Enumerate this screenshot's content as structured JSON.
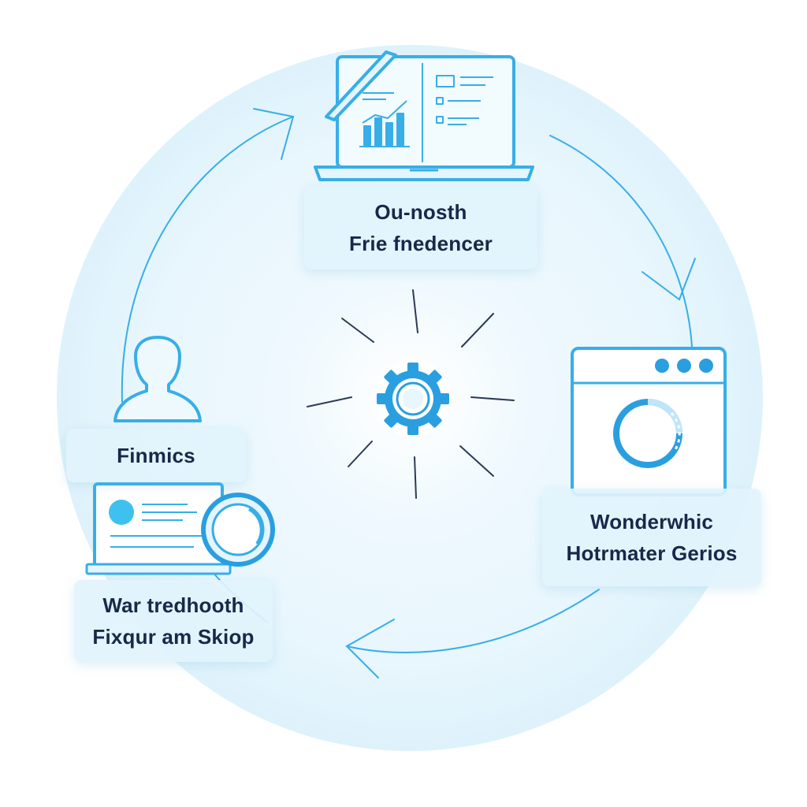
{
  "colors": {
    "primary": "#2a9fe0",
    "stroke": "#37aee8",
    "light_fill": "#e6f6fd",
    "halo": "#e3f4fc",
    "text": "#17294a",
    "ray": "#2b3a55"
  },
  "icons": {
    "top": "laptop-chart-icon",
    "right": "browser-window-progress-icon",
    "left": "user-profile-icon",
    "bottom": "monitor-card-icon",
    "center": "gear-icon"
  },
  "cards": {
    "top": {
      "line1": "Ou-nosth",
      "line2": "Frie fnedencer"
    },
    "right": {
      "line1": "Wonderwhic",
      "line2": "Hotrmater Gerios"
    },
    "left": {
      "line1": "Finmics"
    },
    "bottom": {
      "line1": "War tredhooth",
      "line2": "Fixqur am Skiop"
    }
  }
}
